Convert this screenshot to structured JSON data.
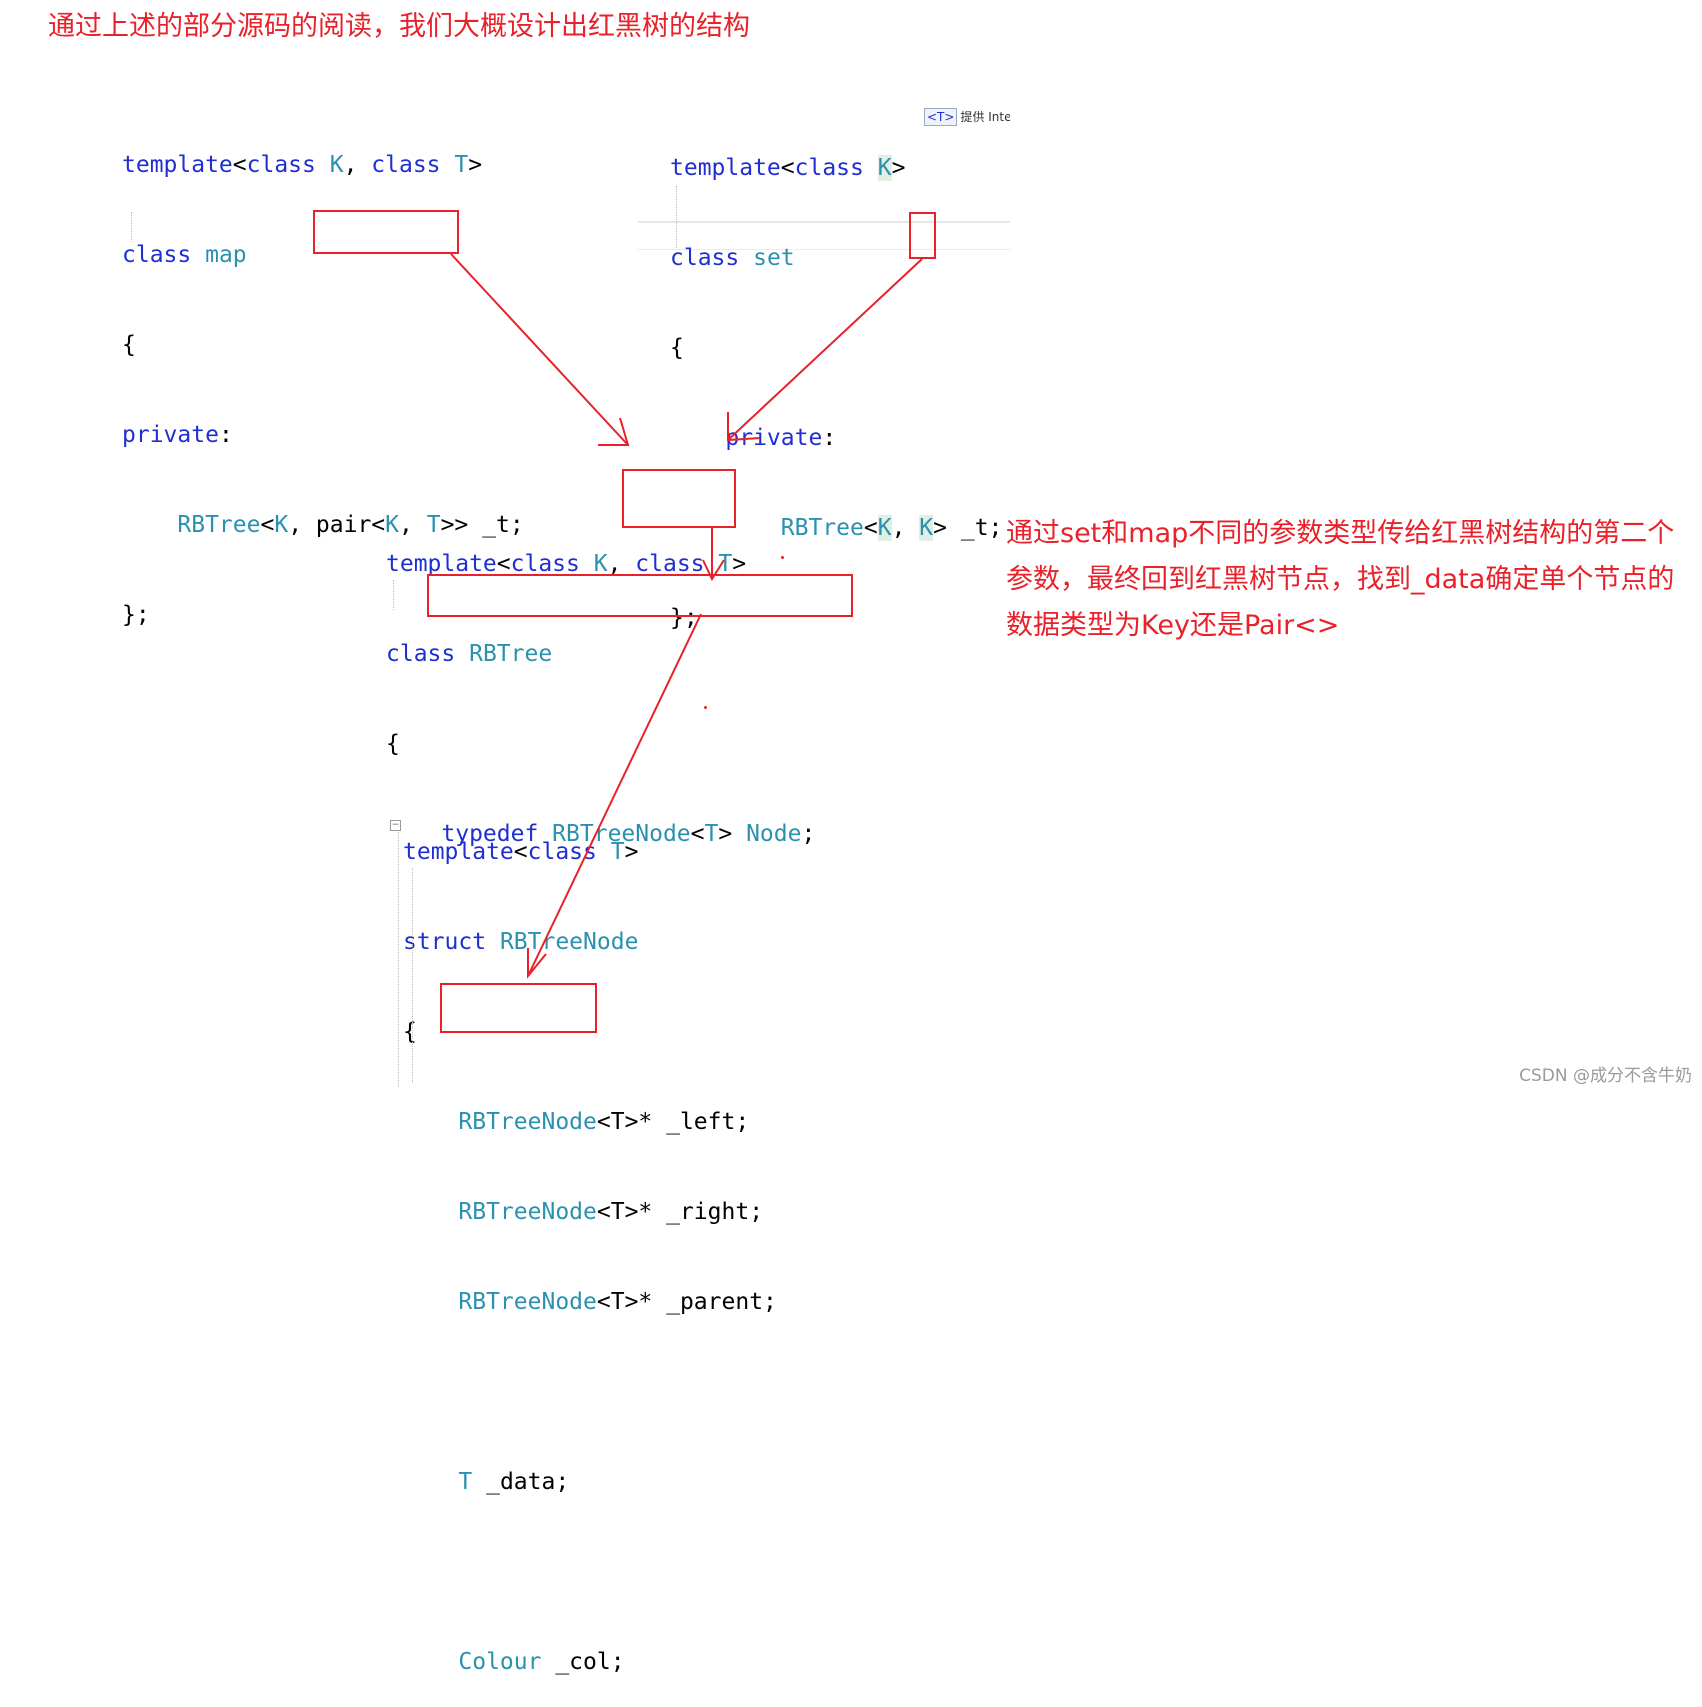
{
  "title": "通过上述的部分源码的阅读，我们大概设计出红黑树的结构",
  "map_code": {
    "line1": {
      "kw1": "template",
      "p1": "<",
      "kw2": "class",
      "t1": " K",
      "p2": ", ",
      "kw3": "class",
      "t2": " T",
      "p3": ">"
    },
    "line2": {
      "kw": "class",
      "t": " map"
    },
    "line3": "{",
    "line4": {
      "kw": "private",
      "p": ":"
    },
    "line5": {
      "t1": "RBTree",
      "p1": "<",
      "t2": "K",
      "p2": ", ",
      "p3": "pair<",
      "t3": "K",
      "p4": ", ",
      "t4": "T",
      "p5": ">> _t;"
    },
    "line6": "};"
  },
  "set_code": {
    "line1": {
      "kw1": "template",
      "p1": "<",
      "kw2": "class",
      "t1": "K",
      "p2": ">"
    },
    "tooltip": {
      "tag": "<T>",
      "text": "提供 Inte"
    },
    "line2": {
      "kw": "class",
      "t": " set"
    },
    "line3": "{",
    "line4": {
      "kw": "private",
      "p": ":"
    },
    "line5": {
      "t1": "RBTree",
      "p1": "<",
      "t2": "K",
      "p2": ", ",
      "t3": "K",
      "p3": "> _t;"
    },
    "line6": "};"
  },
  "rbtree_code": {
    "line1": {
      "kw1": "template",
      "p1": "<",
      "kw2": "class",
      "t1": " K",
      "p2": ", ",
      "kw3": "class",
      "t2": " T",
      "p3": ">"
    },
    "line2": {
      "kw": "class",
      "t": " RBTree"
    },
    "line3": "{",
    "line4": {
      "kw": "typedef",
      "t1": " RBTreeNode",
      "p1": "<",
      "t2": "T",
      "p2": "> ",
      "t3": "Node",
      "p3": ";"
    }
  },
  "node_code": {
    "line1": {
      "kw1": "template",
      "p1": "<",
      "kw2": "class",
      "t1": " T",
      "p2": ">"
    },
    "line2": {
      "kw": "struct",
      "t": " RBTreeNode"
    },
    "line3": "{",
    "line4": {
      "t": "RBTreeNode",
      "p": "<T>* _left;"
    },
    "line5": {
      "t": "RBTreeNode",
      "p": "<T>* _right;"
    },
    "line6": {
      "t": "RBTreeNode",
      "p": "<T>* _parent;"
    },
    "line7": {
      "t": "T",
      "p": " _data;"
    },
    "line8": {
      "t": "Colour",
      "p": " _col;"
    }
  },
  "note": "通过set和map不同的参数类型传给红黑树结构的第二个参数，最终回到红黑树节点，找到_data确定单个节点的数据类型为Key还是Pair<>",
  "watermark": "CSDN @成分不含牛奶",
  "colors": {
    "annotation": "#e8212a",
    "keyword": "#1f2fd0",
    "type": "#2b91af"
  }
}
